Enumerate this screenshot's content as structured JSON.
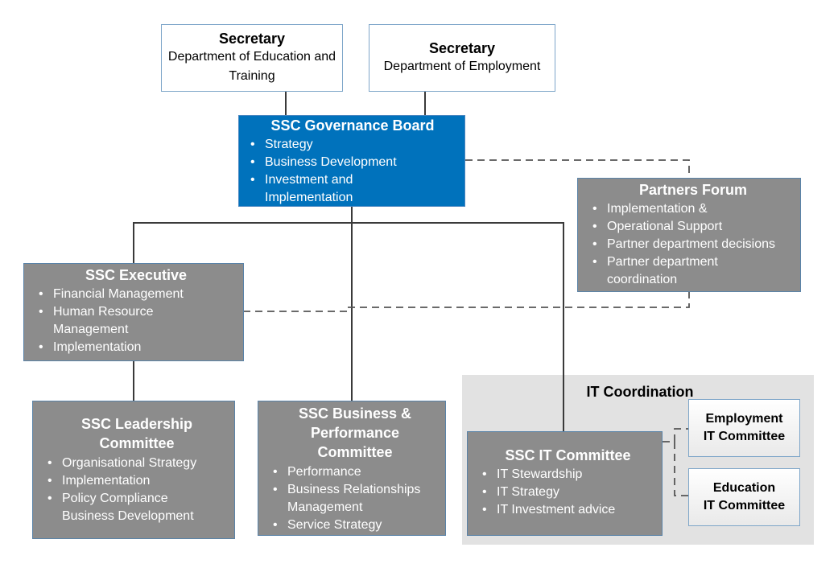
{
  "secretary_education": {
    "title": "Secretary",
    "subtitle": "Department of Education and Training"
  },
  "secretary_employment": {
    "title": "Secretary",
    "subtitle": "Department of Employment"
  },
  "governance_board": {
    "title": "SSC Governance Board",
    "items": [
      "Strategy",
      "Business Development",
      "Investment and Implementation"
    ]
  },
  "partners_forum": {
    "title": "Partners Forum",
    "items": [
      "Implementation &",
      "Operational Support",
      "Partner department decisions",
      "Partner department coordination"
    ]
  },
  "executive": {
    "title": "SSC Executive",
    "items": [
      "Financial Management",
      "Human Resource Management",
      "Implementation"
    ]
  },
  "leadership_committee": {
    "title": "SSC Leadership Committee",
    "items": [
      "Organisational Strategy",
      "Implementation",
      "Policy Compliance Business Development"
    ]
  },
  "business_committee": {
    "title": "SSC Business & Performance Committee",
    "items": [
      "Performance",
      "Business Relationships Management",
      "Service Strategy"
    ]
  },
  "it_coordination": {
    "label": "IT Coordination"
  },
  "it_committee": {
    "title": "SSC IT Committee",
    "items": [
      "IT Stewardship",
      "IT Strategy",
      "IT Investment advice"
    ]
  },
  "employment_it": {
    "line1": "Employment",
    "line2": "IT Committee"
  },
  "education_it": {
    "line1": "Education",
    "line2": "IT Committee"
  },
  "colors": {
    "board_blue": "#0072bc",
    "box_grey": "#8c8c8c",
    "panel_grey": "#e2e2e2",
    "connector": "#3a3a3a"
  }
}
